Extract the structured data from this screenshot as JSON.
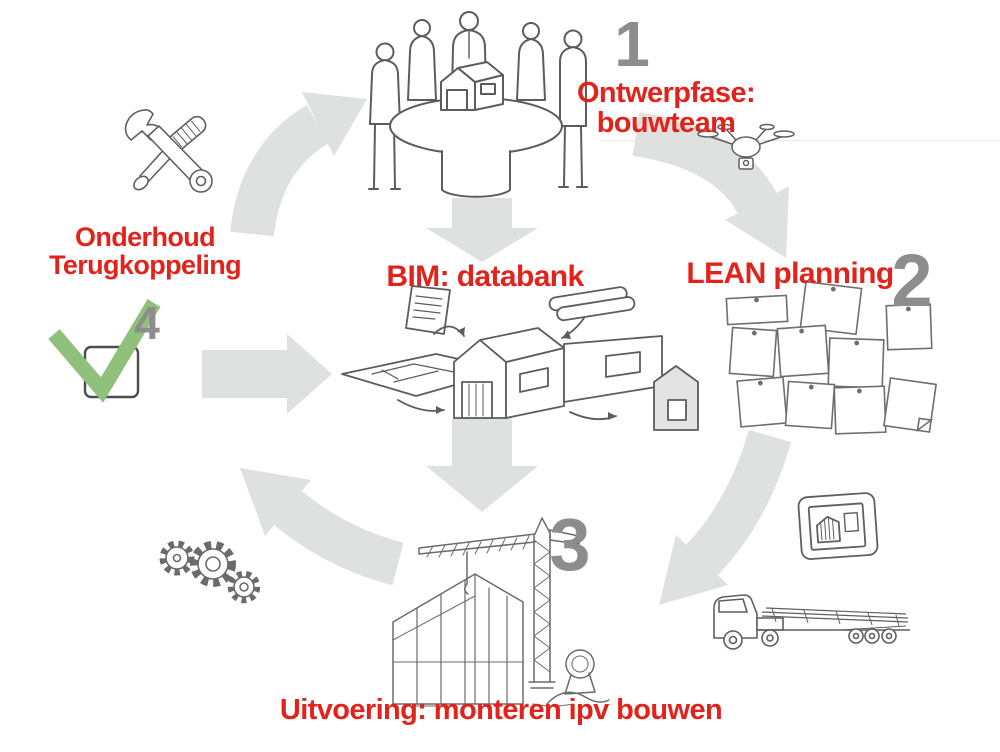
{
  "colors": {
    "accent_red": "#e2231c",
    "number_gray": "#8d8d8d",
    "arrow_gray": "#dee1e0",
    "sketch_gray": "#5c5c5c",
    "check_green": "#8fc17b"
  },
  "phases": {
    "design": {
      "number": "1",
      "line1": "Ontwerpfase:",
      "line2": "bouwteam"
    },
    "lean": {
      "number": "2",
      "label": "LEAN planning"
    },
    "execution": {
      "number": "3",
      "label": "Uitvoering: monteren ipv bouwen"
    },
    "maintenance": {
      "number": "4",
      "line1": "Onderhoud",
      "line2": "Terugkoppeling"
    },
    "hub": {
      "label": "BIM: databank"
    }
  },
  "icons": {
    "tools": "wrench-screwdriver-icon",
    "check": "checkmark-box-icon",
    "gears": "gears-icon",
    "drone": "drone-icon",
    "tablet": "tablet-3d-model-icon",
    "truck": "flatbed-truck-icon",
    "sticky_notes": "sticky-notes-board",
    "meeting": "bouwteam-round-table-illustration",
    "bim_model": "bim-model-illustration",
    "construction": "construction-site-illustration"
  }
}
